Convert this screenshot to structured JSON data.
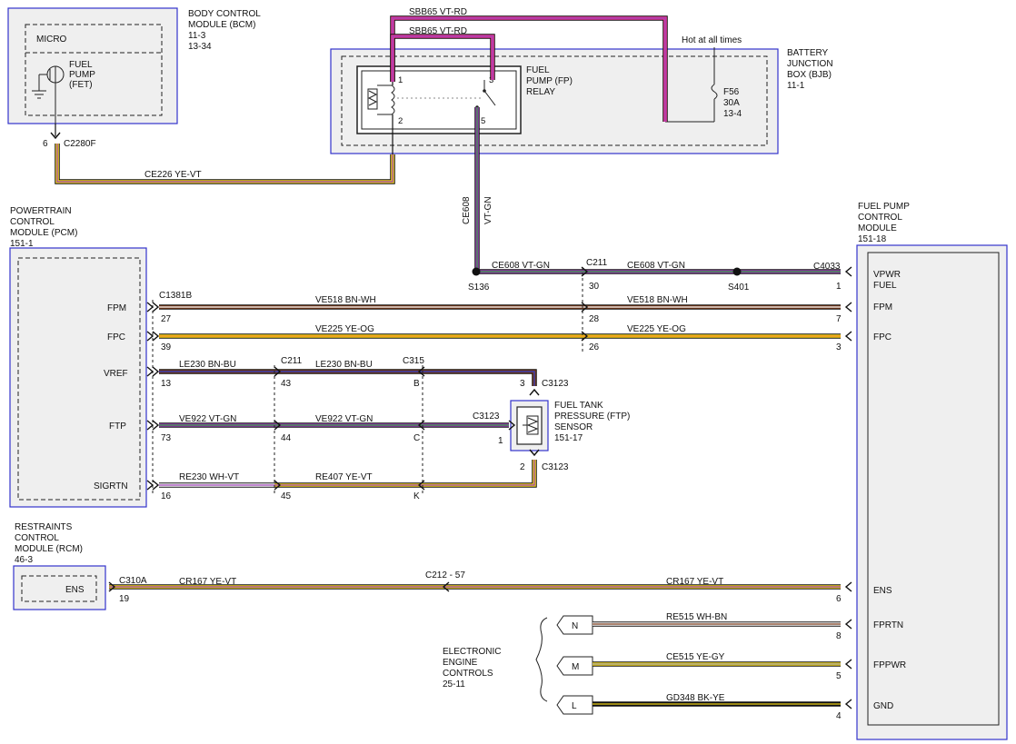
{
  "modules": {
    "bcm": {
      "title1": "BODY CONTROL",
      "title2": "MODULE (BCM)",
      "ref1": "11-3",
      "ref2": "13-34",
      "micro": "MICRO",
      "fet1": "FUEL",
      "fet2": "PUMP",
      "fet3": "(FET)"
    },
    "bjb": {
      "title1": "BATTERY",
      "title2": "JUNCTION",
      "title3": "BOX (BJB)",
      "ref": "11-1",
      "hot": "Hot at all times",
      "fuse1": "F56",
      "fuse2": "30A",
      "fuse3": "13-4"
    },
    "relay": {
      "title1": "FUEL",
      "title2": "PUMP (FP)",
      "title3": "RELAY",
      "pin1": "1",
      "pin2": "2",
      "pin3": "3",
      "pin5": "5"
    },
    "pcm": {
      "title1": "POWERTRAIN",
      "title2": "CONTROL",
      "title3": "MODULE (PCM)",
      "ref": "151-1",
      "fpm": "FPM",
      "fpc": "FPC",
      "vref": "VREF",
      "ftp": "FTP",
      "sigrtn": "SIGRTN"
    },
    "fpcm": {
      "title1": "FUEL PUMP",
      "title2": "CONTROL",
      "title3": "MODULE",
      "ref": "151-18",
      "vpwr1": "VPWR",
      "vpwr2": "FUEL",
      "fpm": "FPM",
      "fpc": "FPC",
      "ens": "ENS",
      "fprtn": "FPRTN",
      "fppwr": "FPPWR",
      "gnd": "GND"
    },
    "rcm": {
      "title1": "RESTRAINTS",
      "title2": "CONTROL",
      "title3": "MODULE (RCM)",
      "ref": "46-3",
      "ens": "ENS"
    },
    "ftp_sensor": {
      "title1": "FUEL TANK",
      "title2": "PRESSURE (FTP)",
      "title3": "SENSOR",
      "ref": "151-17"
    },
    "eec": {
      "title1": "ELECTRONIC",
      "title2": "ENGINE",
      "title3": "CONTROLS",
      "ref": "25-11",
      "n": "N",
      "m": "M",
      "l": "L"
    }
  },
  "wires": {
    "sbb65_top": "SBB65   VT-RD",
    "sbb65_bot": "SBB65   VT-RD",
    "ce226": "CE226   YE-VT",
    "ce608_vert1": "CE608",
    "ce608_vert2": "VT-GN",
    "ce608_a": "CE608   VT-GN",
    "ce608_b": "CE608   VT-GN",
    "ve518_a": "VE518   BN-WH",
    "ve518_b": "VE518   BN-WH",
    "ve225_a": "VE225   YE-OG",
    "ve225_b": "VE225   YE-OG",
    "le230_a": "LE230   BN-BU",
    "le230_b": "LE230   BN-BU",
    "ve922_a": "VE922   VT-GN",
    "ve922_b": "VE922   VT-GN",
    "re230": "RE230   WH-VT",
    "re407": "RE407   YE-VT",
    "cr167_a": "CR167      YE-VT",
    "cr167_b": "CR167      YE-VT",
    "re515": "RE515      WH-BN",
    "ce515": "CE515      YE-GY",
    "gd348": "GD348      BK-YE"
  },
  "connectors": {
    "c2280f": "C2280F",
    "c2280f_pin": "6",
    "s136": "S136",
    "s401": "S401",
    "c211_top": "C211",
    "c211_top_pin": "30",
    "c4033": "C4033",
    "c4033_pin": "1",
    "c1381b": "C1381B",
    "pcm_fpm_pin": "27",
    "pcm_fpc_pin": "39",
    "pcm_vref_pin": "13",
    "pcm_ftp_pin": "73",
    "pcm_sigrtn_pin": "16",
    "c211_fpm_pin": "28",
    "c211_fpc_pin": "26",
    "fpcm_fpm_pin": "7",
    "fpcm_fpc_pin": "3",
    "c211_mid": "C211",
    "c211_vref_pin": "43",
    "c211_ftp_pin": "44",
    "c211_sigrtn_pin": "45",
    "c315": "C315",
    "c315_vref_pin": "B",
    "c315_ftp_pin": "C",
    "c315_sigrtn_pin": "K",
    "c3123_top": "C3123",
    "c3123_top_pin": "3",
    "c3123_mid": "C3123",
    "c3123_mid_pin": "1",
    "c3123_bot": "C3123",
    "c3123_bot_pin": "2",
    "c310a": "C310A",
    "c310a_pin": "19",
    "c212": "C212 - 57",
    "fpcm_ens_pin": "6",
    "fpcm_fprtn_pin": "8",
    "fpcm_fppwr_pin": "5",
    "fpcm_gnd_pin": "4"
  },
  "colors": {
    "box_border": "#3333cc",
    "violet": "#9b3fb5",
    "red": "#d9263b",
    "pink": "#e83a9a",
    "yellow": "#f0d21a",
    "brown": "#7a3a1a",
    "blue": "#2a3fd0",
    "green": "#2f9a3f",
    "orange": "#f08a1a",
    "white": "#ffffff",
    "gray": "#9a9a9a",
    "black": "#111111"
  }
}
